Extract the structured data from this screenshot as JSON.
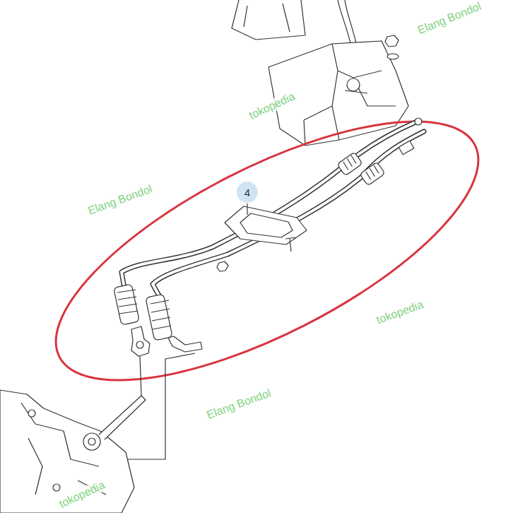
{
  "diagram": {
    "nodes": [
      {
        "text": [
          "4"
        ]
      }
    ],
    "labels": [
      "Elang Bondol",
      "tokopedia",
      "Elang Bondol",
      "tokopedia",
      "Elang Bondol",
      "tokopedia"
    ]
  }
}
